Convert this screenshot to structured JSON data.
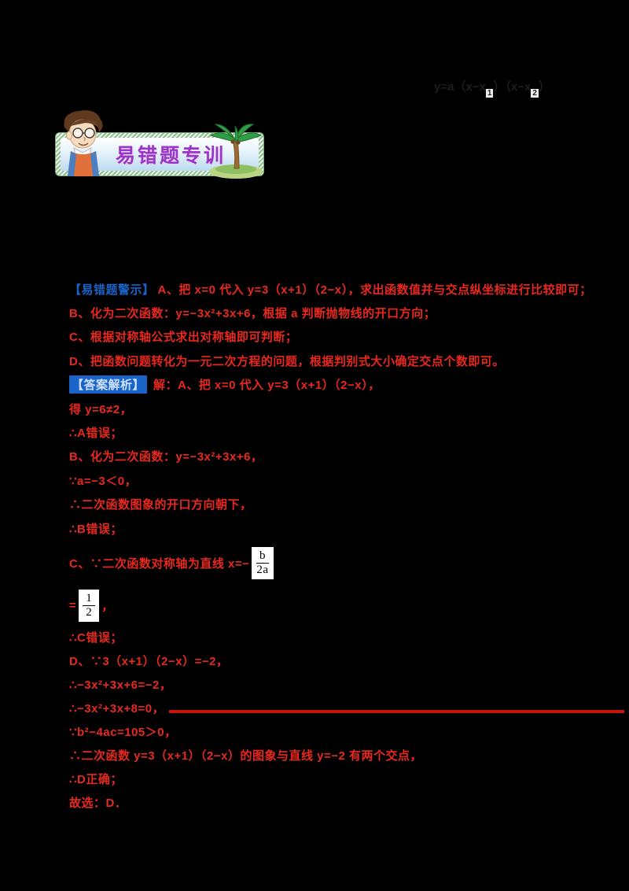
{
  "page": {
    "background": "#000000",
    "accent_red": "#e8281e",
    "accent_blue": "#1a63c8",
    "banner_purple": "#9a35c8"
  },
  "header": {
    "formula_parts": {
      "p1": "y=a（x−x",
      "sub1": "1",
      "p2": "）（x−x",
      "sub2": "2",
      "p3": "）"
    },
    "banner_title": "易错题专训",
    "boy_icon": "cartoon-boy-with-glasses",
    "palm_icon": "palm-tree-island"
  },
  "sections": {
    "warning": {
      "label": "【易错题警示】",
      "intro": "A、把 x=0 代入 y=3（x+1）（2−x），求出函数值并与交点纵坐标进行比较即可；",
      "items": [
        "B、化为二次函数：y=−3x²+3x+6，根据 a 判断抛物线的开口方向；",
        "C、根据对称轴公式求出对称轴即可判断；",
        "D、把函数问题转化为一元二次方程的问题，根据判别式大小确定交点个数即可。"
      ]
    },
    "analysis": {
      "label": "【答案解析】",
      "intro": "解：A、把 x=0 代入 y=3（x+1）（2−x），",
      "lines_a": [
        "得 y=6≠2，",
        "∴A错误；",
        "B、化为二次函数：y=−3x²+3x+6，",
        "∵a=−3＜0，",
        "∴二次函数图象的开口方向朝下，",
        "∴B错误；"
      ],
      "frac_line1_prefix": "C、∵二次函数对称轴为直线 x=−",
      "frac1": {
        "num": "b",
        "den": "2a"
      },
      "frac_line2_prefix": "=",
      "frac2": {
        "num": "1",
        "den": "2"
      },
      "frac_line2_suffix": "，",
      "lines_b": [
        "∴C错误；",
        "D、∵3（x+1）（2−x）=−2，",
        "∴−3x²+3x+6=−2，",
        "∴−3x²+3x+8=0，",
        "∵b²−4ac=105＞0，",
        "∴二次函数 y=3（x+1）（2−x）的图象与直线 y=−2 有两个交点，",
        "∴D正确；",
        "故选：D．"
      ]
    }
  }
}
